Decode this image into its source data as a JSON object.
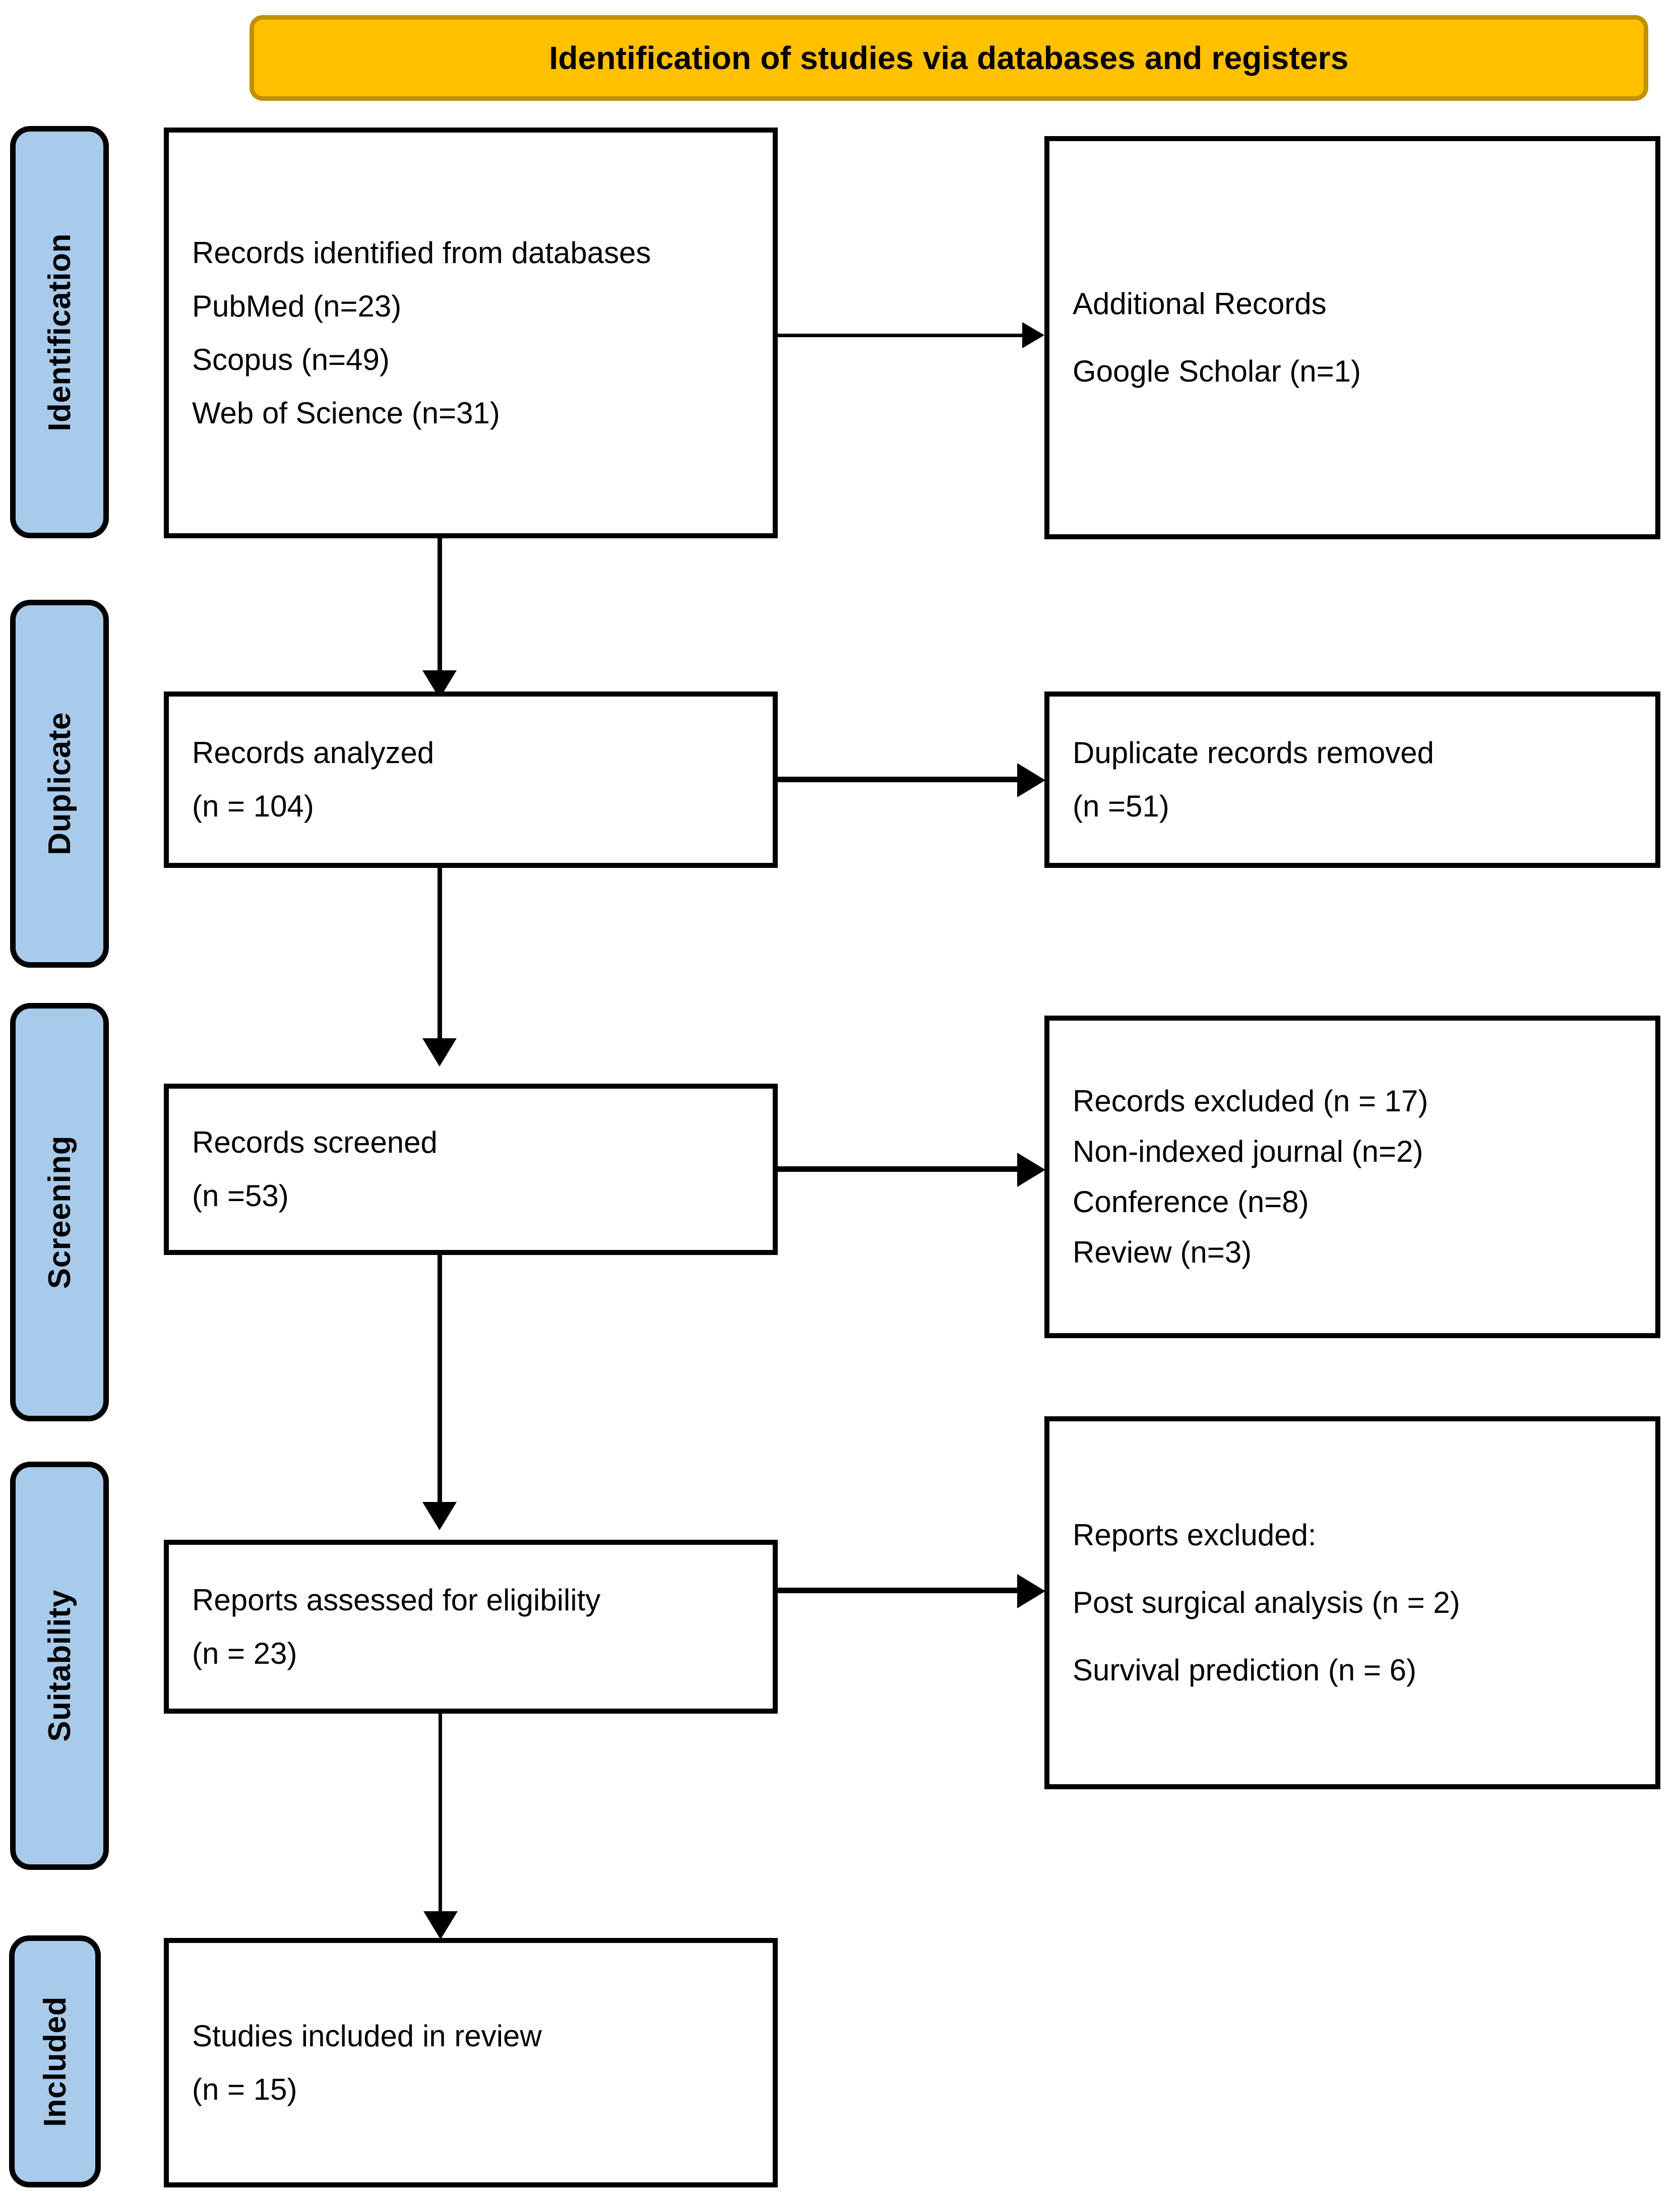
{
  "diagram": {
    "type": "prisma-flow-diagram",
    "banner_title": "Identification of studies via databases and registers",
    "colors": {
      "banner_fill": "#FFC000",
      "banner_border": "#BF8F00",
      "stage_fill": "#A8CBEC",
      "stage_border": "#000000",
      "box_border": "#000000",
      "box_fill": "#FFFFFF",
      "connector": "#000000"
    }
  },
  "stages": [
    {
      "label": "Identification"
    },
    {
      "label": "Duplicate"
    },
    {
      "label": "Screening"
    },
    {
      "label": "Suitability"
    },
    {
      "label": "Included"
    }
  ],
  "boxes": {
    "identified": {
      "lines": [
        "Records identified from databases",
        "PubMed (n=23)",
        "Scopus (n=49)",
        "Web of Science (n=31)"
      ]
    },
    "additional": {
      "lines": [
        "Additional Records",
        "Google Scholar (n=1)"
      ]
    },
    "analyzed": {
      "lines": [
        "Records analyzed",
        "(n = 104)"
      ]
    },
    "duplicates_removed": {
      "lines": [
        "Duplicate records removed",
        "(n =51)"
      ]
    },
    "screened": {
      "lines": [
        "Records screened",
        "(n =53)"
      ]
    },
    "records_excluded": {
      "lines": [
        "Records excluded (n = 17)",
        "Non-indexed journal (n=2)",
        "Conference (n=8)",
        "Review (n=3)"
      ]
    },
    "eligibility": {
      "lines": [
        "Reports assessed for eligibility",
        "(n = 23)"
      ]
    },
    "reports_excluded": {
      "lines": [
        "Reports excluded:",
        "Post surgical analysis (n = 2)",
        "Survival prediction (n = 6)"
      ]
    },
    "included": {
      "lines": [
        "Studies included in review",
        "(n = 15)"
      ]
    }
  }
}
